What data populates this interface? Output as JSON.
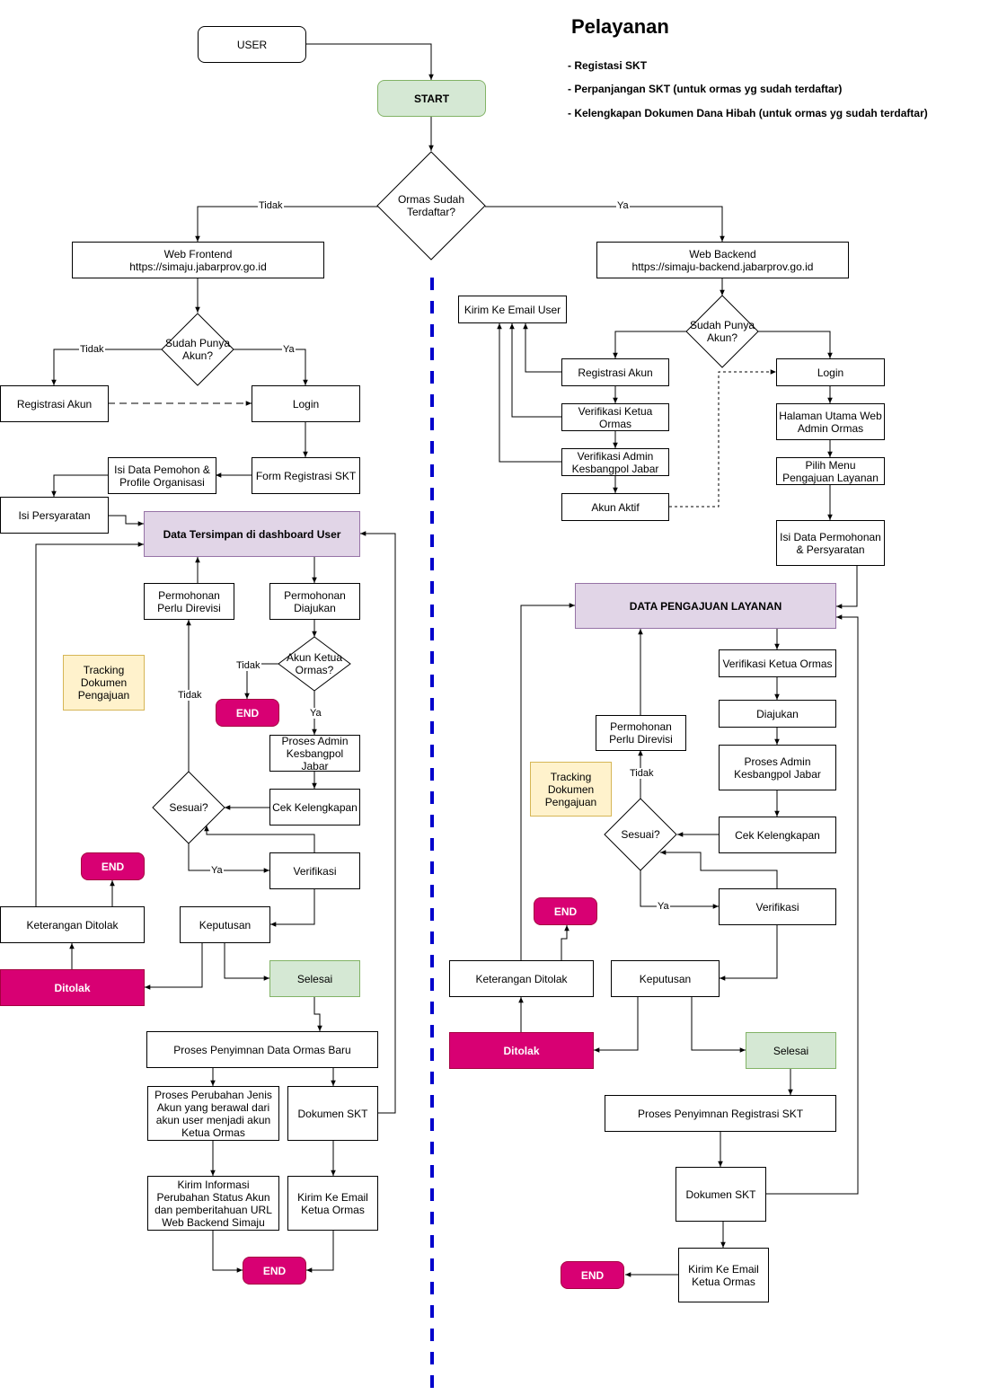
{
  "title": "Pelayanan",
  "services": [
    "- Registasi SKT",
    "- Perpanjangan SKT (untuk ormas yg sudah terdaftar)",
    "- Kelengkapan Dokumen Dana Hibah (untuk ormas yg sudah terdaftar)"
  ],
  "top": {
    "user": "USER",
    "start": "START",
    "decision": "Ormas Sudah Terdaftar?",
    "label_no": "Tidak",
    "label_yes": "Ya"
  },
  "left": {
    "web_frontend": "Web Frontend\nhttps://simaju.jabarprov.go.id",
    "has_account": "Sudah Punya Akun?",
    "label_no": "Tidak",
    "label_yes": "Ya",
    "register": "Registrasi Akun",
    "login": "Login",
    "form_skt": "Form Registrasi SKT",
    "fill_data": "Isi Data Pemohon & Profile Organisasi",
    "requirements": "Isi Persyaratan",
    "saved": "Data Tersimpan di dashboard User",
    "revision": "Permohonan Perlu Direvisi",
    "submitted": "Permohonan Diajukan",
    "is_chair": "Akun Ketua Ormas?",
    "label_chair_no": "Tidak",
    "label_chair_yes": "Ya",
    "end1": "END",
    "tracking": "Tracking Dokumen Pengajuan",
    "admin_process": "Proses Admin Kesbangpol Jabar",
    "check": "Cek Kelengkapan",
    "ok": "Sesuai?",
    "label_ok_no": "Tidak",
    "label_ok_yes": "Ya",
    "verify": "Verifikasi",
    "end2": "END",
    "reject_note": "Keterangan Ditolak",
    "decision": "Keputusan",
    "rejected": "Ditolak",
    "done": "Selesai",
    "save_new": "Proses Penyimnan Data Ormas Baru",
    "change_account": "Proses Perubahan Jenis Akun yang berawal dari akun user menjadi akun Ketua Ormas",
    "doc_skt": "Dokumen SKT",
    "send_info": "Kirim Informasi Perubahan Status Akun dan pemberitahuan URL Web Backend Simaju",
    "send_email": "Kirim Ke Email Ketua Ormas",
    "end3": "END"
  },
  "right": {
    "web_backend": "Web Backend\nhttps://simaju-backend.jabarprov.go.id",
    "send_email_user": "Kirim Ke Email User",
    "has_account": "Sudah Punya Akun?",
    "register": "Registrasi Akun",
    "login": "Login",
    "verify_chair": "Verifikasi Ketua Ormas",
    "verify_admin": "Verifikasi Admin Kesbangpol Jabar",
    "active": "Akun Aktif",
    "home": "Halaman Utama Web Admin Ormas",
    "menu": "Pilih Menu Pengajuan Layanan",
    "fill_data": "Isi Data Permohonan & Persyaratan",
    "service_data": "DATA PENGAJUAN LAYANAN",
    "verify_chair2": "Verifikasi Ketua Ormas",
    "submitted": "Diajukan",
    "admin_process": "Proses Admin Kesbangpol Jabar",
    "revision": "Permohonan Perlu Direvisi",
    "tracking": "Tracking Dokumen Pengajuan",
    "ok": "Sesuai?",
    "label_ok_no": "Tidak",
    "label_ok_yes": "Ya",
    "check": "Cek Kelengkapan",
    "verify": "Verifikasi",
    "end1": "END",
    "reject_note": "Keterangan Ditolak",
    "decision": "Keputusan",
    "rejected": "Ditolak",
    "done": "Selesai",
    "save_skt": "Proses Penyimnan Registrasi SKT",
    "doc_skt": "Dokumen SKT",
    "end2": "END",
    "send_email": "Kirim Ke Email Ketua Ormas"
  }
}
